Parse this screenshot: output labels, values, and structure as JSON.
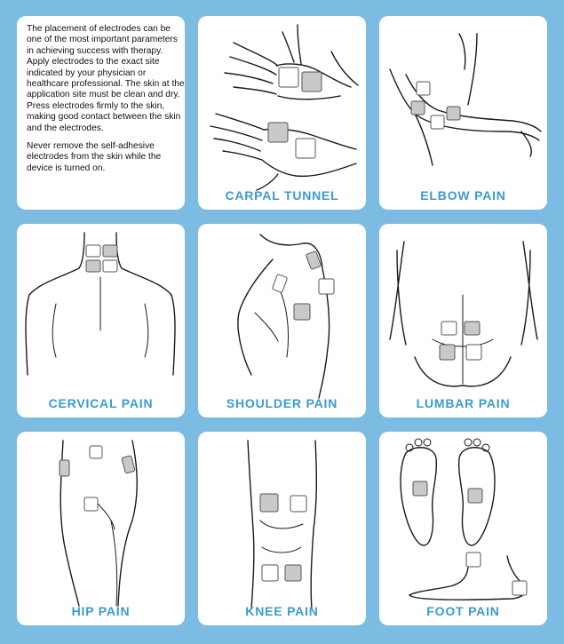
{
  "intro": {
    "paragraph1": "The placement of electrodes can be one of the most important parameters in achieving success with therapy. Apply electrodes to the exact site indicated by your physician or healthcare professional. The skin at the application site must be clean and dry. Press electrodes firmly to the skin, making good contact between the skin and the electrodes.",
    "paragraph2": "Never remove the self-adhesive electrodes from the skin while the device is turned on."
  },
  "panels": [
    {
      "label": "CARPAL TUNNEL"
    },
    {
      "label": "ELBOW PAIN"
    },
    {
      "label": "CERVICAL PAIN"
    },
    {
      "label": "SHOULDER PAIN"
    },
    {
      "label": "LUMBAR PAIN"
    },
    {
      "label": "HIP PAIN"
    },
    {
      "label": "KNEE PAIN"
    },
    {
      "label": "FOOT PAIN"
    }
  ],
  "colors": {
    "background": "#7cbce3",
    "label": "#3a9bd0",
    "pad_filled": "#c9c9c9",
    "pad_empty": "#ffffff"
  }
}
